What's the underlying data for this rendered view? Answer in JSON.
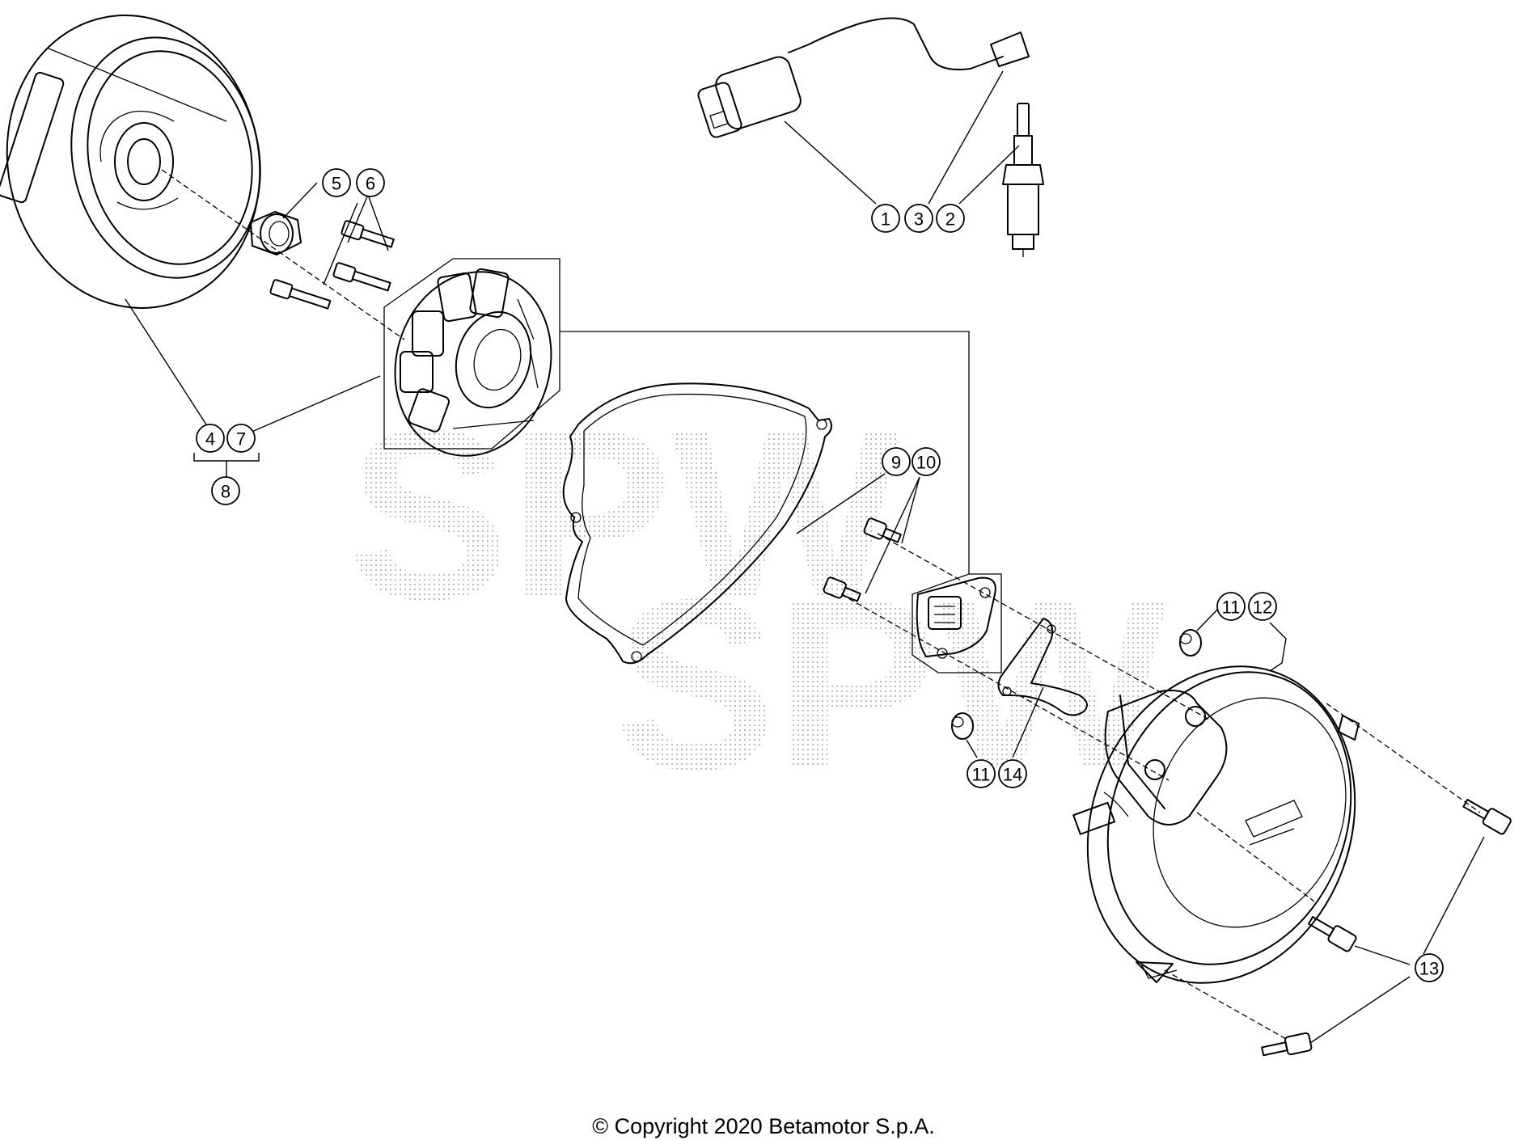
{
  "callouts": [
    {
      "id": "c1",
      "label": "1"
    },
    {
      "id": "c2",
      "label": "2"
    },
    {
      "id": "c3",
      "label": "3"
    },
    {
      "id": "c4",
      "label": "4"
    },
    {
      "id": "c5",
      "label": "5"
    },
    {
      "id": "c6",
      "label": "6"
    },
    {
      "id": "c7",
      "label": "7"
    },
    {
      "id": "c8",
      "label": "8"
    },
    {
      "id": "c9",
      "label": "9"
    },
    {
      "id": "c10",
      "label": "10"
    },
    {
      "id": "c11a",
      "label": "11"
    },
    {
      "id": "c11b",
      "label": "11"
    },
    {
      "id": "c12",
      "label": "12"
    },
    {
      "id": "c13",
      "label": "13"
    },
    {
      "id": "c14",
      "label": "14"
    }
  ],
  "copyright": "© Copyright 2020 Betamotor S.p.A.",
  "colors": {
    "line": "#000000",
    "background": "#ffffff",
    "watermark": "#b4b4b4"
  }
}
